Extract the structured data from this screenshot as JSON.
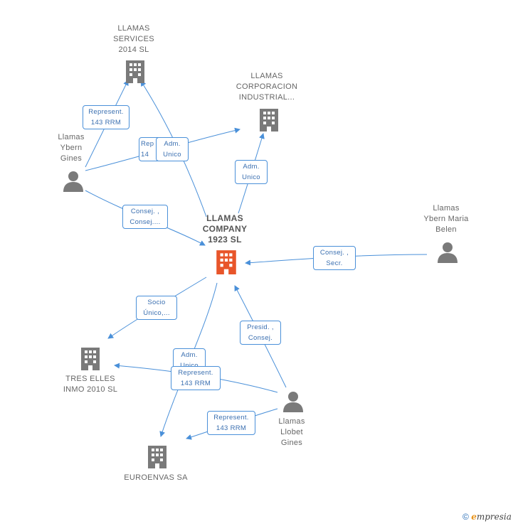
{
  "nodes": {
    "llamas_services": {
      "label": "LLAMAS\nSERVICES\n2014  SL",
      "type": "company"
    },
    "llamas_corporacion": {
      "label": "LLAMAS\nCORPORACION\nINDUSTRIAL...",
      "type": "company"
    },
    "llamas_ybern_gines": {
      "label": "Llamas\nYbern\nGines",
      "type": "person"
    },
    "llamas_company": {
      "label": "LLAMAS\nCOMPANY\n1923  SL",
      "type": "company-main"
    },
    "llamas_ybern_maria": {
      "label": "Llamas\nYbern Maria\nBelen",
      "type": "person"
    },
    "tres_elles": {
      "label": "TRES ELLES\nINMO 2010 SL",
      "type": "company"
    },
    "llamas_llobet": {
      "label": "Llamas\nLlobet\nGines",
      "type": "person"
    },
    "euroenvas": {
      "label": "EUROENVAS SA",
      "type": "company"
    }
  },
  "edge_labels": {
    "represent_services": "Represent.\n143 RRM",
    "rep_hidden": "Rep\n14",
    "adm_unico_services": "Adm.\nUnico",
    "adm_unico_corporacion": "Adm.\nUnico",
    "consej_gines": "Consej. ,\nConsej....",
    "consej_maria": "Consej. ,\nSecr.",
    "socio_unico": "Socio\nÚnico,...",
    "adm_unico_euro": "Adm.\nUnico",
    "represent_tres": "Represent.\n143 RRM",
    "presid_consej": "Presid. ,\nConsej.",
    "represent_euro": "Represent.\n143 RRM"
  },
  "colors": {
    "edge": "#4a90d9",
    "building": "#7a7a7a",
    "building_main": "#e8552a",
    "person": "#7a7a7a"
  },
  "footer": {
    "copyright": "©",
    "brand_e": "e",
    "brand_rest": "mpresia"
  }
}
